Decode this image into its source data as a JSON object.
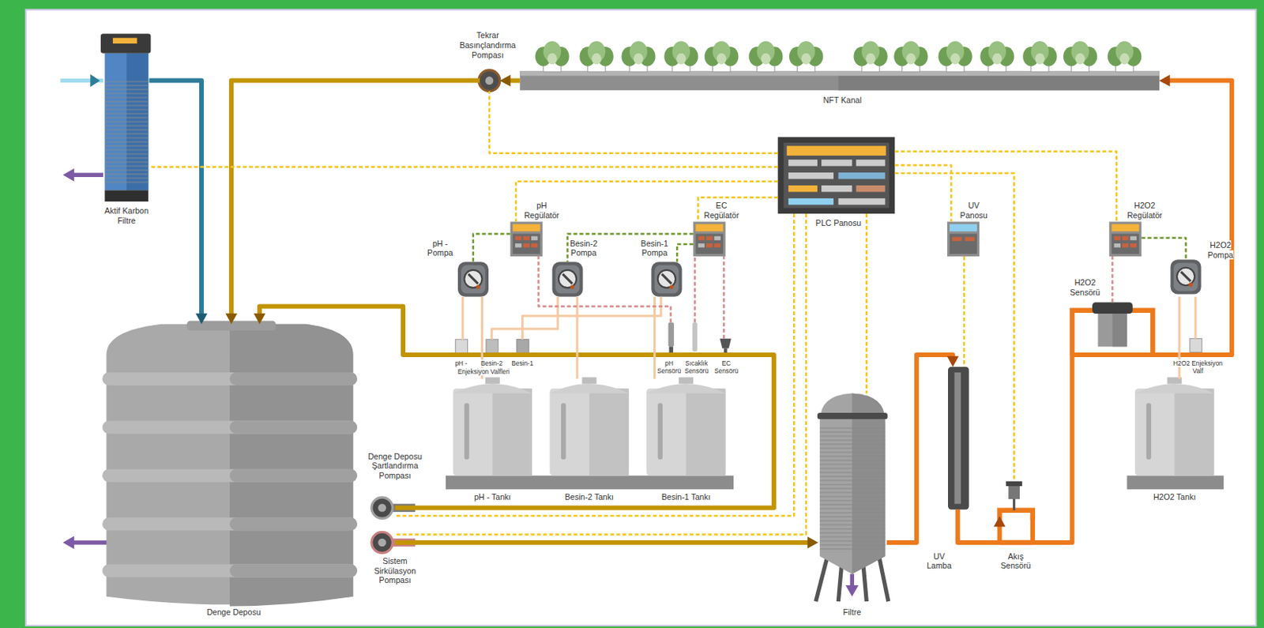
{
  "diagram": {
    "nodes": [
      {
        "text": [
          "Aktif Karbon Filtre"
        ]
      },
      {
        "text": [
          "Tekrar Basınçlandırma Pompası"
        ]
      },
      {
        "text": [
          "NFT Kanal"
        ]
      },
      {
        "text": [
          "PLC Panosu"
        ]
      },
      {
        "text": [
          "pH Regülatör"
        ]
      },
      {
        "text": [
          "EC Regülatör"
        ]
      },
      {
        "text": [
          "UV Panosu"
        ]
      },
      {
        "text": [
          "H2O2 Regülatör"
        ]
      },
      {
        "text": [
          "pH - Pompa"
        ]
      },
      {
        "text": [
          "Besin-2 Pompa"
        ]
      },
      {
        "text": [
          "Besin-1 Pompa"
        ]
      },
      {
        "text": [
          "H2O2 Sensörü"
        ]
      },
      {
        "text": [
          "H2O2 Pompa"
        ]
      },
      {
        "text": [
          "pH Sensörü"
        ]
      },
      {
        "text": [
          "Sıcaklık Sensörü"
        ]
      },
      {
        "text": [
          "EC Sensörü"
        ]
      },
      {
        "text": [
          "pH - Tankı"
        ]
      },
      {
        "text": [
          "Besin-2 Tankı"
        ]
      },
      {
        "text": [
          "Besin-1 Tankı"
        ]
      },
      {
        "text": [
          "H2O2 Tankı"
        ]
      },
      {
        "text": [
          "Denge Deposu"
        ]
      },
      {
        "text": [
          "Denge Deposu Şartlandırma Pompası"
        ]
      },
      {
        "text": [
          "Sistem Sirkülasyon Pompası"
        ]
      },
      {
        "text": [
          "Filtre"
        ]
      },
      {
        "text": [
          "UV Lamba"
        ]
      },
      {
        "text": [
          "Akış Sensörü"
        ]
      },
      {
        "text": [
          "pH -"
        ]
      },
      {
        "text": [
          "Besin-2"
        ]
      },
      {
        "text": [
          "Besin-1"
        ]
      },
      {
        "text": [
          "H2O2 Enjeksiyon Valf"
        ]
      }
    ],
    "edges": [
      {
        "from": 0,
        "to": 20,
        "arrow": "to"
      },
      {
        "from": 2,
        "to": 1,
        "arrow": "to"
      },
      {
        "from": 1,
        "to": 20,
        "arrow": "to"
      },
      {
        "from": 21,
        "to": 20,
        "arrow": "to"
      },
      {
        "from": 22,
        "to": 23,
        "arrow": "to"
      },
      {
        "from": 23,
        "to": 24,
        "arrow": "to"
      },
      {
        "from": 24,
        "to": 25,
        "arrow": "to"
      },
      {
        "from": 25,
        "to": 2,
        "arrow": "to"
      },
      {
        "from": 16,
        "to": 8,
        "arrow": "none"
      },
      {
        "from": 8,
        "to": 26,
        "arrow": "none"
      },
      {
        "from": 17,
        "to": 9,
        "arrow": "none"
      },
      {
        "from": 9,
        "to": 27,
        "arrow": "none"
      },
      {
        "from": 18,
        "to": 10,
        "arrow": "none"
      },
      {
        "from": 10,
        "to": 28,
        "arrow": "none"
      },
      {
        "from": 19,
        "to": 12,
        "arrow": "none"
      },
      {
        "from": 12,
        "to": 29,
        "arrow": "none"
      },
      {
        "from": 4,
        "to": 8,
        "arrow": "none"
      },
      {
        "from": 5,
        "to": 9,
        "arrow": "none"
      },
      {
        "from": 5,
        "to": 10,
        "arrow": "none"
      },
      {
        "from": 7,
        "to": 12,
        "arrow": "none"
      },
      {
        "from": 13,
        "to": 4,
        "arrow": "none"
      },
      {
        "from": 14,
        "to": 5,
        "arrow": "none"
      },
      {
        "from": 15,
        "to": 5,
        "arrow": "none"
      },
      {
        "from": 11,
        "to": 7,
        "arrow": "none"
      },
      {
        "from": 3,
        "to": 1,
        "arrow": "none"
      },
      {
        "from": 3,
        "to": 0,
        "arrow": "none"
      },
      {
        "from": 3,
        "to": 4,
        "arrow": "none"
      },
      {
        "from": 3,
        "to": 5,
        "arrow": "none"
      },
      {
        "from": 3,
        "to": 6,
        "arrow": "none"
      },
      {
        "from": 3,
        "to": 7,
        "arrow": "none"
      },
      {
        "from": 3,
        "to": 25,
        "arrow": "none"
      },
      {
        "from": 3,
        "to": 23,
        "arrow": "none"
      },
      {
        "from": 3,
        "to": 21,
        "arrow": "none"
      },
      {
        "from": 3,
        "to": 22,
        "arrow": "none"
      },
      {
        "from": 6,
        "to": 24,
        "arrow": "none"
      }
    ],
    "labels": [
      "Enjeksiyon Valfleri"
    ]
  }
}
